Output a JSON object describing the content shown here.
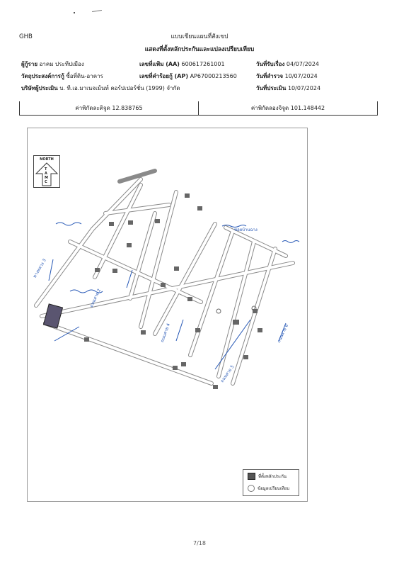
{
  "header": {
    "code": "GHB",
    "title1": "แบบเขียนแผนที่สังเขป",
    "title2": "แสดงที่ตั้งหลักประกันและแปลงเปรียบเทียบ"
  },
  "info": {
    "borrower_label": "ผู้กู้ราย",
    "borrower_value": "อาคม ประทีปเมือง",
    "purpose_label": "วัตถุประสงค์การกู้",
    "purpose_value": "ซื้อที่ดิน-อาคาร",
    "appraiser_label": "บริษัทผู้ประเมิน",
    "appraiser_value": "บ. ที.เอ.มาเนจเม้นท์ คอร์ปเปอร์ชั่น (1999) จำกัด",
    "file_no_label": "เลขที่แฟ้ม (AA)",
    "file_no_value": "600617261001",
    "request_no_label": "เลขที่คำร้อยกู้ (AP)",
    "request_no_value": "AP67000213560",
    "received_label": "วันที่รับเรื่อง",
    "received_value": "04/07/2024",
    "survey_label": "วันที่สำรวจ",
    "survey_value": "10/07/2024",
    "assess_label": "วันที่ประเมิน",
    "assess_value": "10/07/2024"
  },
  "coords": {
    "lat": "ค่าพิกัดละติจูด 12.838765",
    "lon": "ค่าพิกัดลองจิจูด 101.148442"
  },
  "map": {
    "north_top": "NORTH",
    "north_letters": [
      "T",
      "A",
      "M",
      "C"
    ],
    "road_labels": [
      "ทางหลวง 3",
      "ซอยบ้านฉาง",
      "ถนนสาย 2",
      "ถนนสาย 4",
      "ถนนสาย 5",
      "ถนนสาย 6"
    ],
    "legend_collateral": "ที่ตั้งหลักประกัน",
    "legend_compare": "ข้อมูลเปรียบเทียบ"
  },
  "footer": {
    "page": "7/18"
  }
}
